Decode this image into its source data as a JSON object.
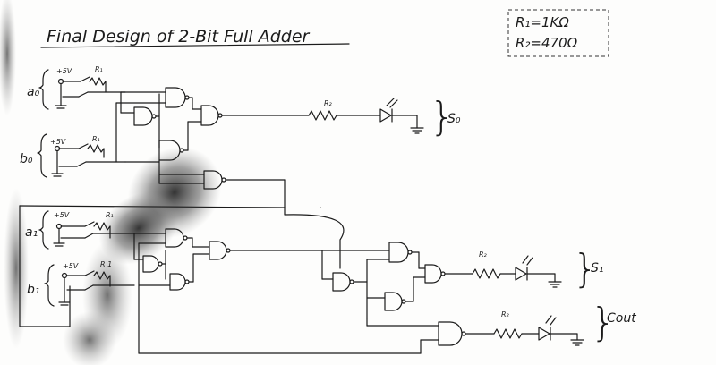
{
  "title": "Final Design of 2-Bit Full Adder",
  "notes": {
    "r1": "R₁=1KΩ",
    "r2": "R₂=470Ω"
  },
  "inputs": [
    {
      "label": "a₀",
      "supply": "+5V",
      "resistor": "R₁"
    },
    {
      "label": "b₀",
      "supply": "+5V",
      "resistor": "R₁"
    },
    {
      "label": "a₁",
      "supply": "+5V",
      "resistor": "R₁"
    },
    {
      "label": "b₁",
      "supply": "+5V",
      "resistor": "R 1"
    }
  ],
  "outputs": [
    {
      "label": "S₀",
      "resistor": "R₂"
    },
    {
      "label": "S₁",
      "resistor": "R₂"
    },
    {
      "label": "Cout",
      "resistor": "R₂"
    }
  ]
}
